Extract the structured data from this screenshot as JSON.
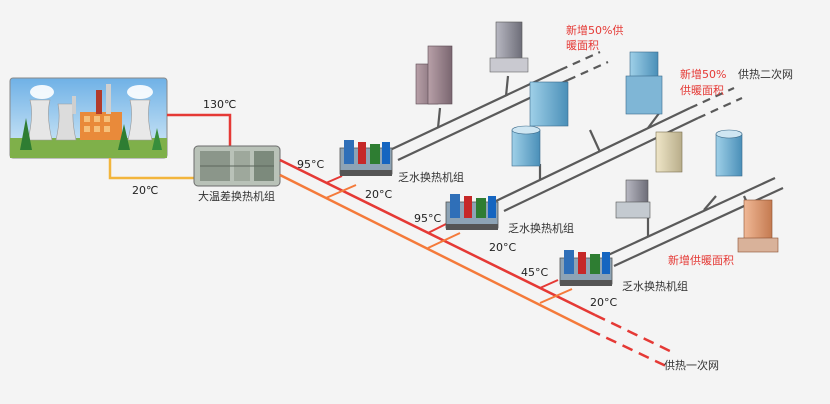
{
  "diagram": {
    "plant_supply_temp": "130℃",
    "plant_return_temp": "20℃",
    "big_exchanger_label": "大温差换热机组",
    "stations": [
      {
        "supply_temp": "95°C",
        "return_temp": "20°C",
        "label": "乏水换热机组"
      },
      {
        "supply_temp": "95°C",
        "return_temp": "20°C",
        "label": "乏水换热机组"
      },
      {
        "supply_temp": "45°C",
        "return_temp": "20°C",
        "label": "乏水换热机组"
      }
    ],
    "annotations": {
      "new_area_1_line1": "新增50%供",
      "new_area_1_line2": "暖面积",
      "new_area_2_line1": "新增50%",
      "new_area_2_line2": "供暖面积",
      "secondary_network": "供热二次网",
      "new_area_3": "新增供暖面积",
      "primary_network": "供热一次网"
    },
    "colors": {
      "supply": "#e53935",
      "return": "#f47a3a",
      "plant_return": "#f2b53c",
      "secondary_pipe": "#5a5a5a",
      "annotation_red": "#e53935"
    }
  }
}
